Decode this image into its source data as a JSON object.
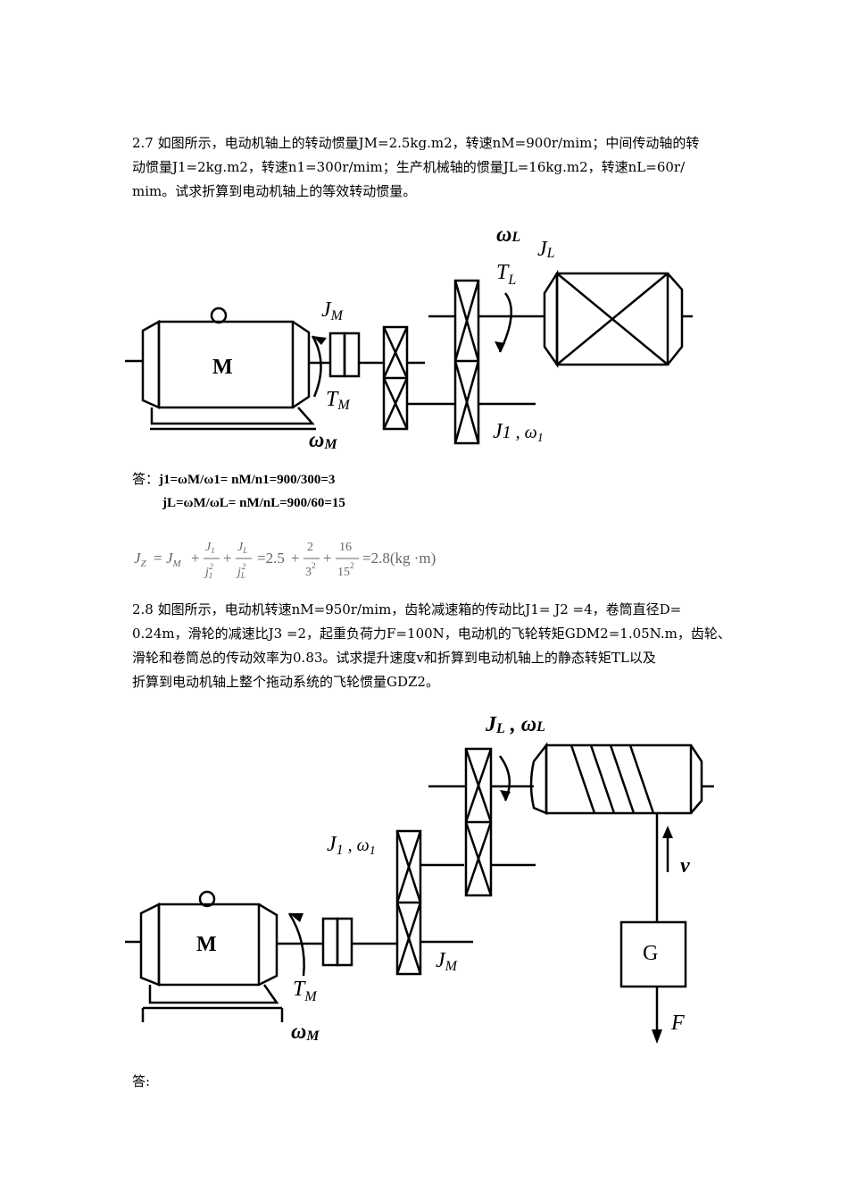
{
  "problem_27": {
    "lines": [
      "2.7 如图所示，电动机轴上的转动惯量JM=2.5kg.m2，转速nM=900r/mim；中间传动轴的转",
      "动惯量J1=2kg.m2，转速n1=300r/mim；生产机械轴的惯量JL=16kg.m2，转速nL=60r/",
      "mim。试求折算到电动机轴上的等效转动惯量。"
    ]
  },
  "figure_1": {
    "motor": "M",
    "JM": "J",
    "JM_sub": "M",
    "TM": "T",
    "TM_sub": "M",
    "wM": "ω",
    "wM_sub": "M",
    "wL": "ω",
    "wL_sub": "L",
    "JL": "J",
    "JL_sub": "L",
    "TL": "T",
    "TL_sub": "L",
    "J1w1": "J",
    "J1w1_rest": "1 , ω",
    "J1w1_sub": "1"
  },
  "answer_27": {
    "label": "答：",
    "line1": "j1=ωM/ω1= nM/n1=900/300=3",
    "line2": "jL=ωM/ωL= nM/nL=900/60=15"
  },
  "formula_27": {
    "JZ": "J",
    "JZ_sub": "Z",
    "eq1": "=",
    "JM": "J",
    "JM_sub": "M",
    "plus": "+",
    "J1": "J",
    "J1_sub": "1",
    "j1": "j",
    "j1_sub": "1",
    "j1_sup": "2",
    "JL": "J",
    "JL_sub": "L",
    "jL": "j",
    "jL_sub": "L",
    "jL_sup": "2",
    "eq2": "=2.5",
    "n2": "2",
    "d3": "3",
    "d3_sup": "2",
    "n16": "16",
    "d15": "15",
    "d15_sup": "2",
    "result": "=2.8(kg ·m)"
  },
  "problem_28": {
    "lines": [
      "2.8 如图所示，电动机转速nM=950r/mim，齿轮减速箱的传动比J1= J2 =4，卷筒直径D=",
      "0.24m，滑轮的减速比J3 =2，起重负荷力F=100N，电动机的飞轮转矩GDM2=1.05N.m，齿轮、",
      "滑轮和卷筒总的传动效率为0.83。试求提升速度v和折算到电动机轴上的静态转矩TL以及",
      "折算到电动机轴上整个拖动系统的飞轮惯量GDZ2。"
    ]
  },
  "figure_2": {
    "motor": "M",
    "JLwL": "J",
    "JLwL_sub": "L",
    "JLwL_rest": " , ω",
    "JLwL_sub2": "L",
    "J1w1": "J",
    "J1w1_sub": "1",
    "J1w1_rest": " , ω",
    "J1w1_sub2": "1",
    "JM": "J",
    "JM_sub": "M",
    "TM": "T",
    "TM_sub": "M",
    "wM": "ω",
    "wM_sub": "M",
    "v": "v",
    "G": "G",
    "F": "F"
  },
  "answer_28": {
    "label": "答:"
  }
}
